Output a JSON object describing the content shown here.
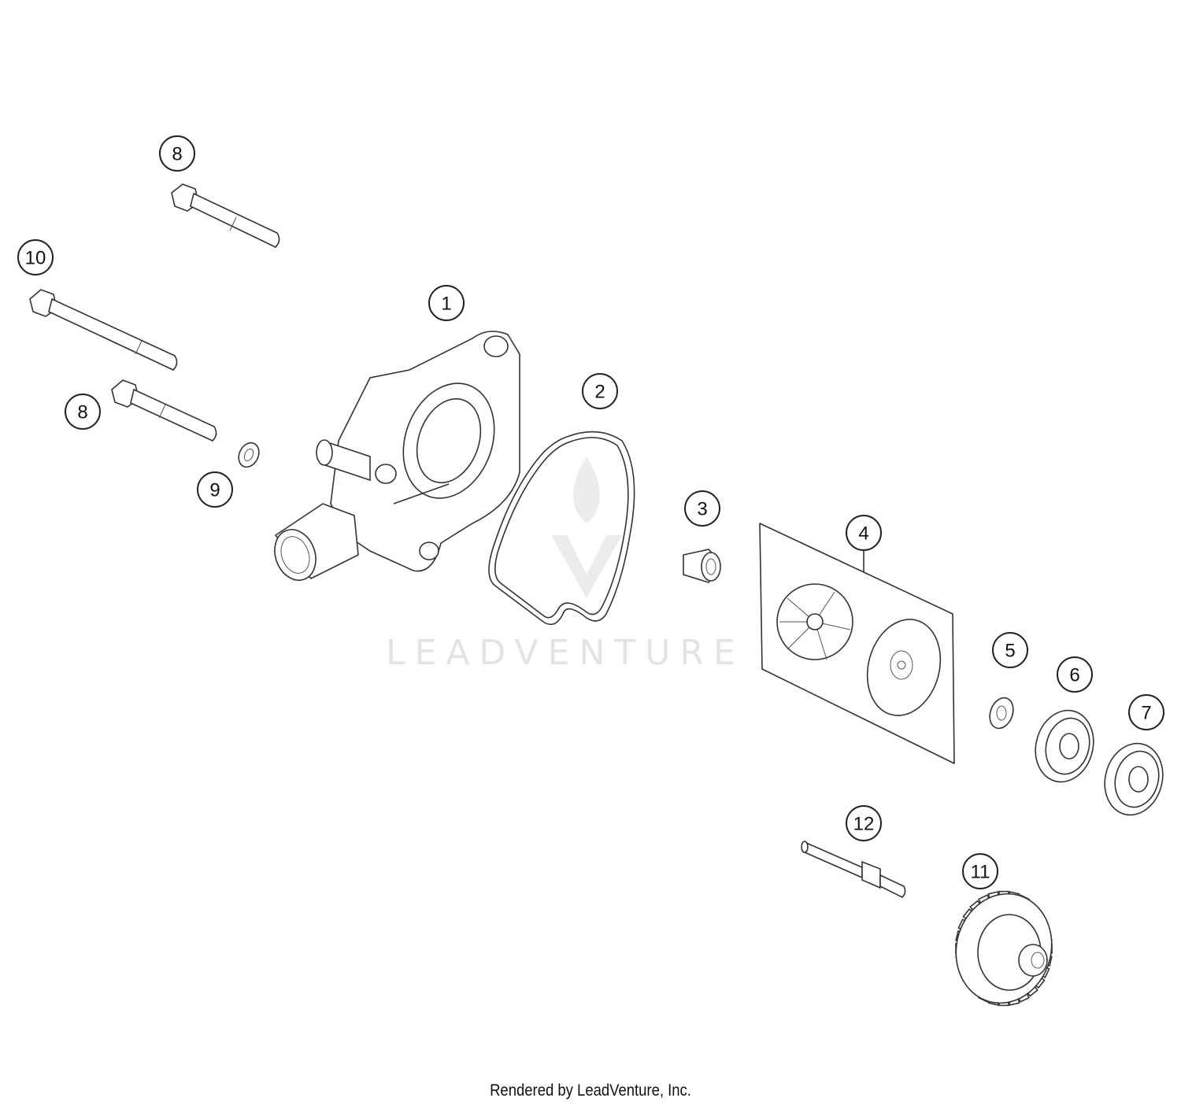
{
  "diagram": {
    "callouts": [
      {
        "label": "8"
      },
      {
        "label": "10"
      },
      {
        "label": "1"
      },
      {
        "label": "2"
      },
      {
        "label": "8"
      },
      {
        "label": "9"
      },
      {
        "label": "3"
      },
      {
        "label": "4"
      },
      {
        "label": "5"
      },
      {
        "label": "6"
      },
      {
        "label": "7"
      },
      {
        "label": "12"
      },
      {
        "label": "11"
      }
    ],
    "watermark": "LEADVENTURE"
  },
  "footer": {
    "text": "Rendered by LeadVenture, Inc."
  }
}
